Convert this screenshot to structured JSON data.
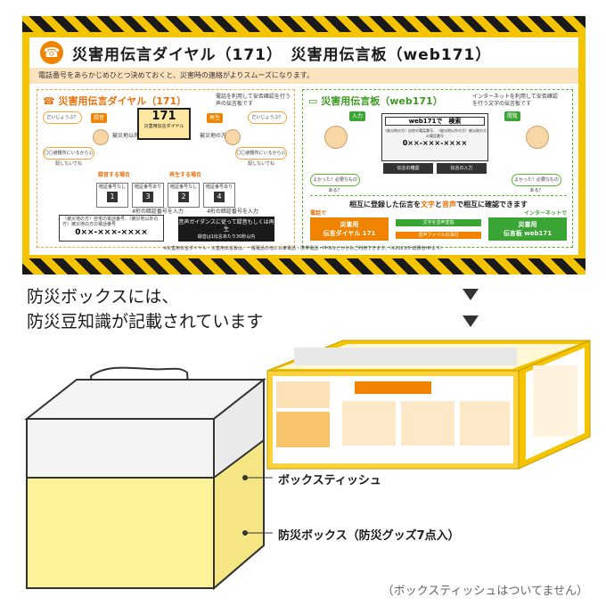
{
  "banner": {
    "title": "災害用伝言ダイヤル（171）　災害用伝言板（web171）",
    "phone_icon": "phone-icon",
    "intro": "電話番号をあらかじめひとつ決めておくと、災害時の連絡がよりスムーズになります。",
    "left": {
      "heading": "災害用伝言ダイヤル（171）",
      "note": "電話を利用して安否確認を行う声の伝言板です",
      "center_number": "171",
      "center_caption": "災害用伝言ダイヤル",
      "bubble_1": "だいじょうぶ？",
      "bubble_2": "だいじょうぶ？",
      "bubble_3": "〇〇避難所にいるから心配しないでね",
      "bubble_4": "〇〇避難所にいるから心配しないでね",
      "tag_record": "録音",
      "tag_play": "再生",
      "role_victim": "被災地の方",
      "role_outside": "被災地以外の方",
      "record_heading": "録音する場合",
      "play_heading": "再生する場合",
      "steps": [
        {
          "label": "暗証番号なし",
          "digit": "1"
        },
        {
          "label": "暗証番号あり",
          "digit": "3"
        },
        {
          "label": "暗証番号なし",
          "digit": "2"
        },
        {
          "label": "暗証番号あり",
          "digit": "4"
        }
      ],
      "step_note_1": "4桁の暗証番号を入力",
      "step_note_2": "4桁の暗証番号を入力",
      "number_box_small": "〈被災地の方〉自宅の電話番号、〈被災地以外の方〉被災地の方の電話番号",
      "number_box_value": "0××-×××-××××",
      "guidance": "音声ガイダンスに従って録音もしくは再生",
      "guidance_sub": "録音は1伝言あたり30秒以内"
    },
    "right": {
      "heading": "災害用伝言板（web171）",
      "note": "インターネットを利用して安否確認を行う文字の伝言板です",
      "search_label": "web171で　検索",
      "number_small": "〈被災地の方〉自宅の電話番号、〈被災地以外の方〉被災地の方の電話番号",
      "number_value": "0××-×××-××××",
      "button_1": "伝言の確認",
      "button_2": "伝言の入力",
      "bubble_ok": "よかった！必要なものある？",
      "tag_input": "入力",
      "tag_view": "閲覧",
      "mutual_title_pre": "相互に登録した伝言を",
      "mutual_title_text": "文字",
      "mutual_title_mid": "と",
      "mutual_title_voice": "音声",
      "mutual_title_post": "で相互に確認できます",
      "phone_label": "電話で",
      "net_label": "インターネットで",
      "box_left_line1": "災害用",
      "box_left_line2": "伝言ダイヤル 171",
      "box_right_line1": "災害用",
      "box_right_line2": "伝言板 web171",
      "arrow_1": "文字を音声変換",
      "arrow_2": "音声ファイルの添付"
    },
    "footnote": "※災害用伝言ダイヤル・災害用伝言板は、一般電話の他に公衆電話・携帯電話・PHSなどからもご利用できます。（※2023/5 総務省HPより）"
  },
  "caption": {
    "line1": "防災ボックスには、",
    "line2": "防災豆知識が記載されています"
  },
  "illustration": {
    "label_tissue": "ボックスティッシュ",
    "label_box": "防災ボックス（防災グッズ7点入）"
  },
  "footer_note": "（ボックスティッシュはついてません）",
  "colors": {
    "banner_yellow": "#f5c400",
    "accent_orange": "#f08300",
    "accent_green": "#3aa434",
    "box_fill": "#fdf39b"
  }
}
